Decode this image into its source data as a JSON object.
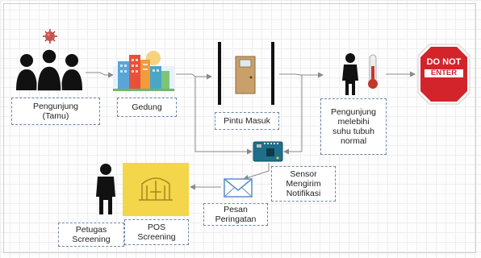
{
  "diagram": {
    "nodes": {
      "visitor": {
        "label": "Pengunjung\n(Tamu)"
      },
      "building": {
        "label": "Gedung"
      },
      "door": {
        "label": "Pintu Masuk"
      },
      "fever_visitor": {
        "label": "Pengunjung\nmelebihi\nsuhu tubuh\nnormal"
      },
      "stop_sign": {
        "line1": "DO NOT",
        "line2": "ENTER"
      },
      "sensor": {
        "label": "Sensor\nMengirim\nNotifikasi"
      },
      "message": {
        "label": "Pesan\nPeringatan"
      },
      "pos": {
        "label": "POS\nScreening"
      },
      "officer": {
        "label": "Petugas\nScreening"
      }
    },
    "colors": {
      "arrow": "#8a8a8a",
      "box_border": "#6f86a8",
      "pos_box": "#f4d64a",
      "stop_red": "#d3242c",
      "figure": "#111111",
      "thermometer": "#c0392b"
    }
  }
}
